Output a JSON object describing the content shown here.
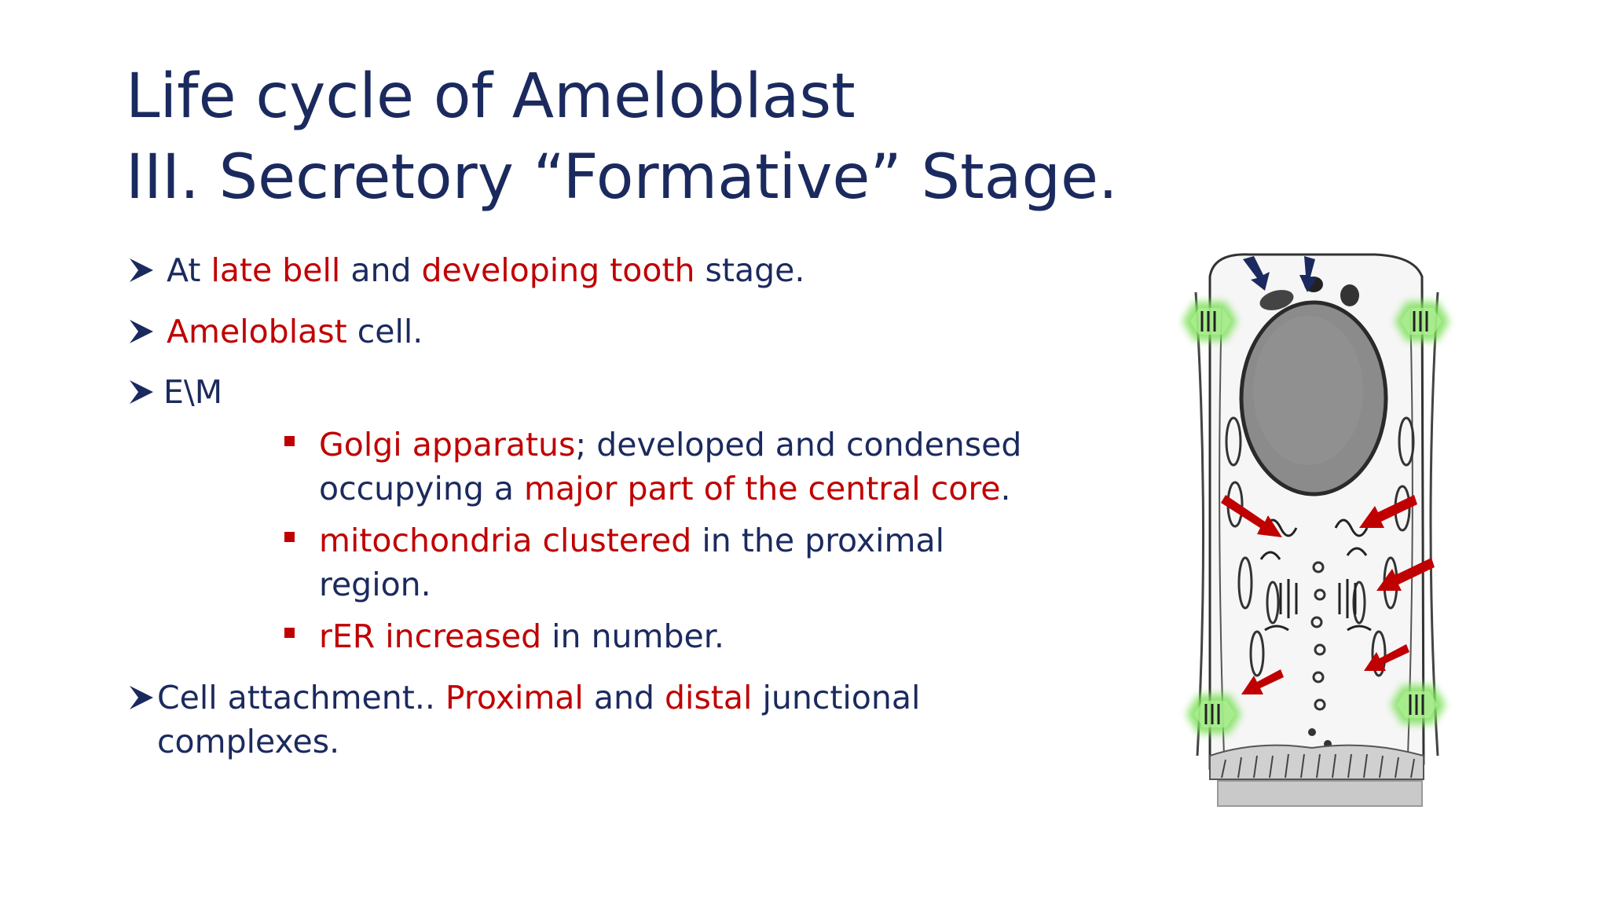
{
  "slide": {
    "title_line1": "Life cycle of Ameloblast",
    "title_line2": "III.  Secretory “Formative” Stage.",
    "bullets": {
      "b1": {
        "t1": "At ",
        "r1": "late bell",
        "t2": " and ",
        "r2": "developing tooth",
        "t3": " stage."
      },
      "b2": {
        "r1": "Ameloblast",
        "t1": " cell."
      },
      "b3": {
        "t1": "E\\M"
      },
      "sub1": {
        "r1": "Golgi apparatus",
        "t1": "; developed and condensed",
        "t2": "occupying a ",
        "r2": "major part of the central core",
        "t3": "."
      },
      "sub2": {
        "r1": "mitochondria clustered",
        "t1": " in the proximal",
        "t2": "region."
      },
      "sub3": {
        "r1": "rER increased",
        "t1": " in number."
      },
      "b4": {
        "t1": "Cell attachment.. ",
        "r1": "Proximal",
        "t2": " and ",
        "r2": "distal",
        "t3": " junctional",
        "t4": "complexes."
      }
    },
    "colors": {
      "navy": "#1b2a5e",
      "red": "#c00000",
      "highlight": "#7de05a"
    },
    "figure": {
      "icon": "ameloblast-cell-diagram"
    }
  }
}
